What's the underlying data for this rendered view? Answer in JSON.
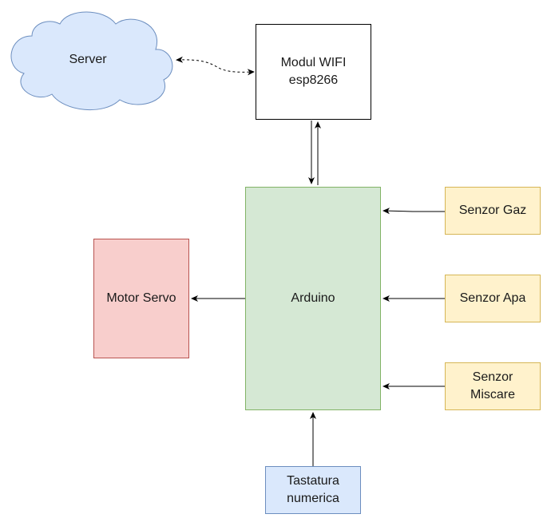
{
  "nodes": {
    "server": {
      "label": "Server"
    },
    "wifi": {
      "label": "Modul WIFI\nesp8266"
    },
    "arduino": {
      "label": "Arduino"
    },
    "servo": {
      "label": "Motor Servo"
    },
    "gaz": {
      "label": "Senzor Gaz"
    },
    "apa": {
      "label": "Senzor Apa"
    },
    "miscare": {
      "label": "Senzor\nMiscare"
    },
    "keypad": {
      "label": "Tastatura\nnumerica"
    }
  },
  "colors": {
    "arduino_fill": "#d5e8d4",
    "arduino_stroke": "#82b366",
    "servo_fill": "#f8cecc",
    "servo_stroke": "#b85450",
    "sensor_fill": "#fff2cc",
    "sensor_stroke": "#d6b656",
    "keypad_fill": "#dae8fc",
    "keypad_stroke": "#6c8ebf",
    "cloud_fill": "#dae8fc",
    "cloud_stroke": "#6c8ebf",
    "wifi_fill": "#ffffff",
    "wifi_stroke": "#000000"
  }
}
